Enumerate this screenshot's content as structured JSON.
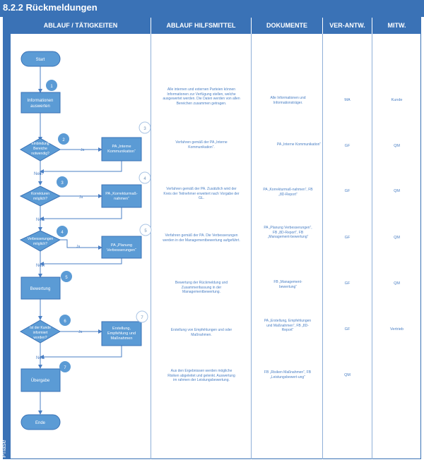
{
  "title": "8.2.2 Rückmeldungen",
  "phase_label": "Phase",
  "headers": {
    "ablauf": "ABLAUF / TÄTIGKEITEN",
    "hilfsmittel": "ABLAUF HILFSMITTEL",
    "dokumente": "DOKUMENTE",
    "verantw": "VER-ANTW.",
    "mitw": "MITW."
  },
  "flow": {
    "start": "Start",
    "end": "Ende",
    "steps": [
      {
        "num": "1",
        "lines": [
          "Informationen",
          "auswerten"
        ]
      },
      {
        "num": "2",
        "decision": [
          "Einbindung",
          "Bereiche",
          "notwendig?"
        ],
        "side": [
          "PA „Interne",
          "Kommunikation“"
        ],
        "side_num": "3"
      },
      {
        "num": "3",
        "decision": [
          "Korrekturen",
          "möglich?"
        ],
        "side": [
          "PA „Korrekturmaß-",
          "nahmen“"
        ],
        "side_num": "4"
      },
      {
        "num": "4",
        "decision": [
          "Verbesserungen",
          "möglich?"
        ],
        "side": [
          "PA „Planung",
          "Verbesserungen“"
        ],
        "side_num": "5"
      },
      {
        "num": "5",
        "lines": [
          "Bewertung"
        ]
      },
      {
        "num": "6",
        "decision": [
          "Ist der Kunde",
          "informiert",
          "worden?"
        ],
        "side": [
          "Erstellung,",
          "Empfehlung und",
          "Maßnahmen"
        ],
        "side_num": "7"
      },
      {
        "num": "7",
        "lines": [
          "Übergabe"
        ]
      }
    ],
    "ja": "Ja",
    "nein": "Nein"
  },
  "rows": [
    {
      "hilfsmittel": "Alle internen und externen Parteien können Informationen zur Verfügung stellen, welche ausgewertet werden. Die Daten werden von allen Bereichen zusammen getragen.",
      "dokumente": "Alle Informationen und Informationsträger.",
      "verantw": "MA",
      "mitw": "Kunde"
    },
    {
      "hilfsmittel": "Verfahren gemäß der PA „Interne Kommunikation“.",
      "dokumente": "PA „Interne Kommunikation“",
      "verantw": "GF",
      "mitw": "QM"
    },
    {
      "hilfsmittel": "Verfahren gemäß der PA. Zusätzlich wird der Kreis der Teilnehmer erweitert nach Vorgabe der GL.",
      "dokumente": "PA „Korrekturmaß-nahmen“, FB „8D-Report“",
      "verantw": "GF",
      "mitw": "QM"
    },
    {
      "hilfsmittel": "Verfahren gemäß der PA. Die Verbesserungen werden in der Managementbewertung aufgeführt.",
      "dokumente": "PA „Planung Verbesserungen“, FB „8D-Report“, FB „Management-bewertung“",
      "verantw": "GF",
      "mitw": "QM"
    },
    {
      "hilfsmittel": "Bewertung der Rückmeldung und Zusammenfassung in der Managementbewertung.",
      "dokumente": "FB „Management-bewertung“",
      "verantw": "GF",
      "mitw": "QM"
    },
    {
      "hilfsmittel": "Erstellung von Empfehlungen und oder Maßnahmen.",
      "dokumente": "PA „Erstellung, Empfehlungen und Maßnahmen“, FB „8D-Report“",
      "verantw": "GF",
      "mitw": "Vertrieb"
    },
    {
      "hilfsmittel": "Aus den Ergebnissen werden mögliche Risiken abgeleitet und gelenkt. Auswertung im rahmen der Leistungsbewertung.",
      "dokumente": "FB „Risiken Maßnahmen“, FB „Leistungsbewert-ung“",
      "verantw": "QM",
      "mitw": ""
    }
  ],
  "colors": {
    "primary": "#3a72b6",
    "box": "#5b9bd5",
    "line": "#4a7fc4"
  }
}
